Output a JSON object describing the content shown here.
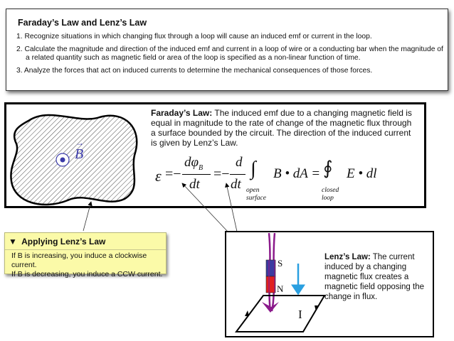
{
  "objectives": {
    "title": "Faraday’s Law and Lenz’s Law",
    "items": [
      "1.  Recognize situations in which changing flux through a loop will cause an induced emf or current in the loop.",
      "2.  Calculate the magnitude and direction of the induced emf and current in a loop of wire or a conducting bar when the magnitude of a related quantity such as magnetic field or area of the loop is specified as a non-linear function of time.",
      "3.  Analyze the forces that act on induced currents to determine the mechanical consequences of those forces."
    ]
  },
  "faraday": {
    "label": "Faraday’s Law:",
    "text": " The induced emf due to a changing magnetic field is equal in magnitude to the rate of change of the magnetic flux through a surface bounded by the circuit.  The direction of the induced current is given by Lenz’s Law.",
    "field_symbol": "B",
    "equation": {
      "emf": "ε",
      "eq": "=",
      "minus": "−",
      "dphi": "dφ",
      "sub_b": "B",
      "dt": "dt",
      "d": "d",
      "integral": "∫",
      "contour": "∮",
      "b_da": "B • dA =",
      "e_dl": "E • dl",
      "open_label": "open",
      "surface_label": "surface",
      "closed_label": "closed",
      "loop_label": "loop"
    }
  },
  "note": {
    "title": "Applying Lenz’s Law",
    "lines": [
      "If B is increasing, you induce a clockwise current.",
      "If B is decreasing, you induce a CCW current."
    ]
  },
  "lenz": {
    "label": "Lenz’s Law:",
    "text": " The current induced by a changing magnetic flux creates a magnetic field opposing the change in flux.",
    "pole_s": "S",
    "pole_n": "N",
    "current": "I"
  },
  "colors": {
    "note_bg": "#fbfaa8",
    "field_line": "#8b1a8b",
    "motion_arrow": "#2a9fe0",
    "magnet_s": "#3b3ba0",
    "magnet_n": "#e02020",
    "field_symbol": "#3a3aa8"
  }
}
